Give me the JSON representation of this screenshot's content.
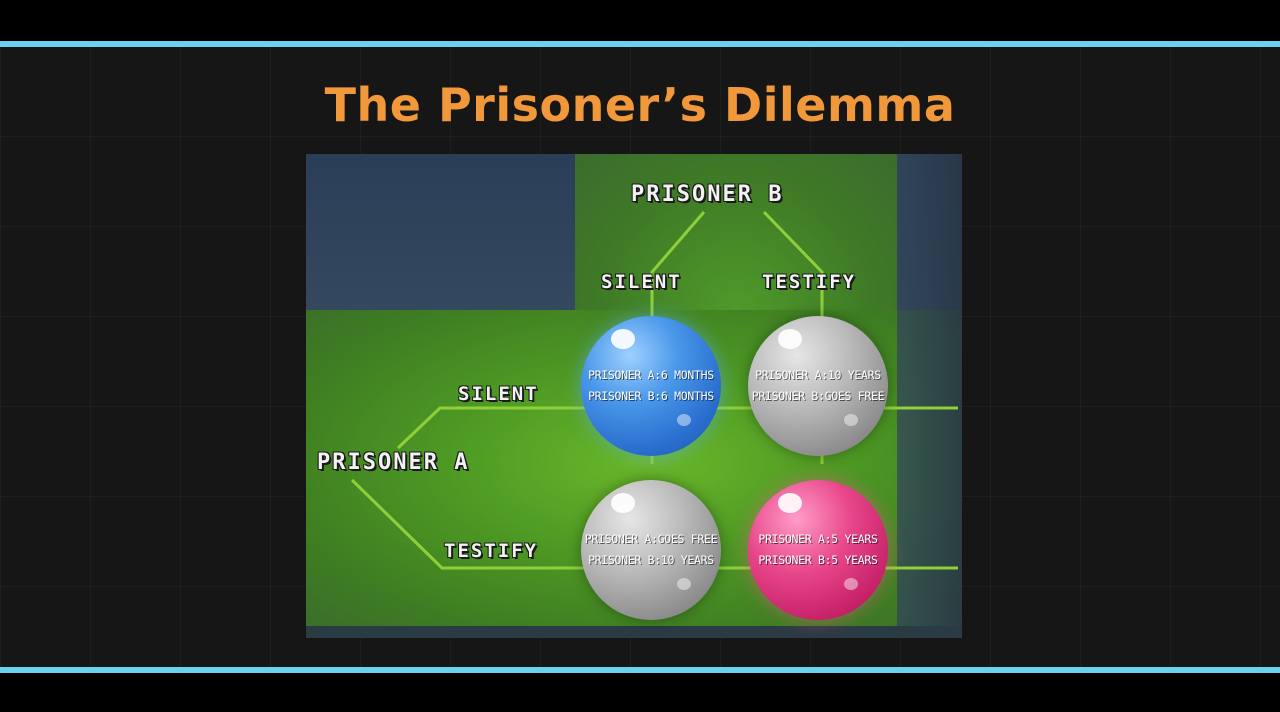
{
  "title": "The Prisoner’s Dilemma",
  "diagram": {
    "prisoner_b": "PRISONER B",
    "prisoner_a": "PRISONER A",
    "b_options": [
      "SILENT",
      "TESTIFY"
    ],
    "a_options": [
      "SILENT",
      "TESTIFY"
    ],
    "outcomes": [
      {
        "color": "blue",
        "line1": "PRISONER A:6 MONTHS",
        "line2": "PRISONER B:6 MONTHS"
      },
      {
        "color": "gray",
        "line1": "PRISONER A:10 YEARS",
        "line2": "PRISONER B:GOES FREE"
      },
      {
        "color": "gray",
        "line1": "PRISONER A:GOES FREE",
        "line2": "PRISONER B:10 YEARS"
      },
      {
        "color": "pink",
        "line1": "PRISONER A:5 YEARS",
        "line2": "PRISONER B:5 YEARS"
      }
    ]
  },
  "colors": {
    "title": "#f0983a",
    "accent_bar": "#6ad2ee",
    "line": "#8fcf3a",
    "bubble_blue": "#3a86e0",
    "bubble_gray": "#a8a8a8",
    "bubble_pink": "#e23c80"
  }
}
